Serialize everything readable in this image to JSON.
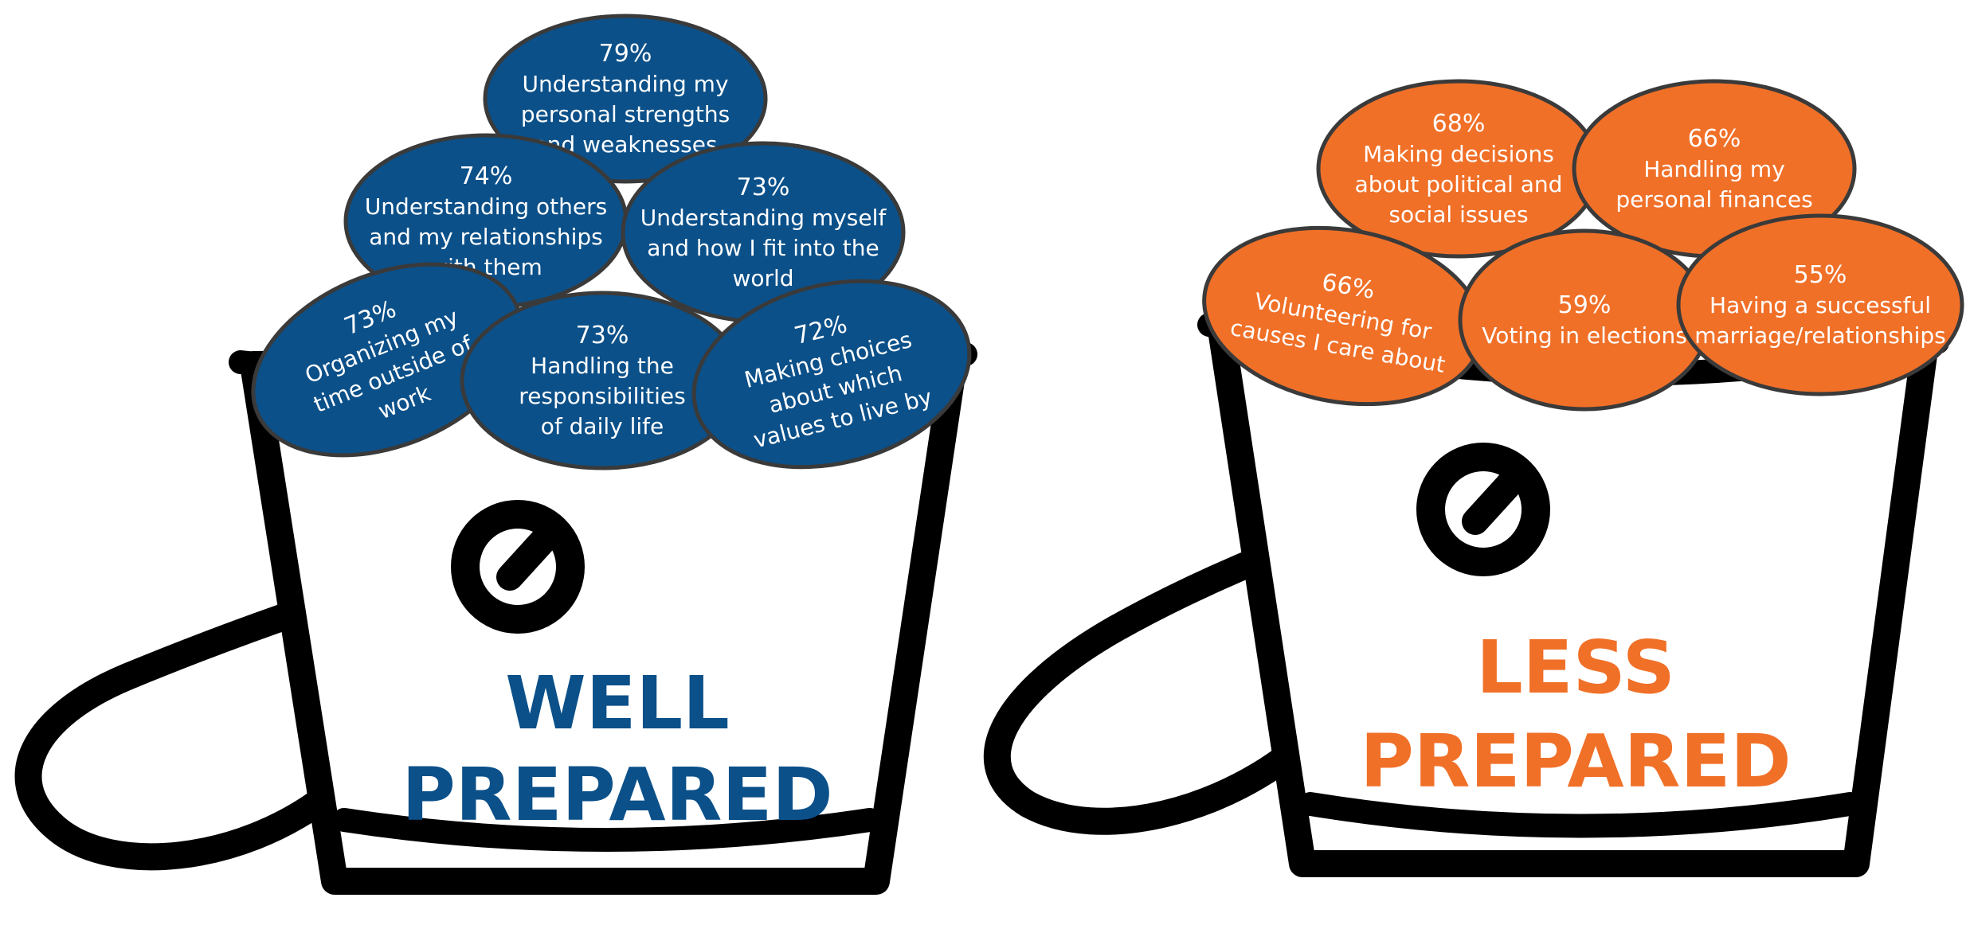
{
  "colors": {
    "well": "#0b5089",
    "less": "#f07028",
    "outline": "#000000",
    "ball_stroke": "#3a3a3a",
    "ball_text": "#ffffff"
  },
  "well_bucket": {
    "label_line1": "WELL",
    "label_line2": "PREPARED",
    "items": [
      {
        "pct": "79%",
        "lines": [
          "Understanding my",
          "personal strengths",
          "and weaknesses"
        ],
        "value": 79
      },
      {
        "pct": "74%",
        "lines": [
          "Understanding others",
          "and my relationships",
          "with them"
        ],
        "value": 74
      },
      {
        "pct": "73%",
        "lines": [
          "Understanding myself",
          "and how I fit into the",
          "world"
        ],
        "value": 73
      },
      {
        "pct": "73%",
        "lines": [
          "Organizing my",
          "time outside of",
          "work"
        ],
        "value": 73
      },
      {
        "pct": "73%",
        "lines": [
          "Handling the",
          "responsibilities",
          "of daily life"
        ],
        "value": 73
      },
      {
        "pct": "72%",
        "lines": [
          "Making choices",
          "about which",
          "values to live by"
        ],
        "value": 72
      }
    ]
  },
  "less_bucket": {
    "label_line1": "LESS",
    "label_line2": "PREPARED",
    "items": [
      {
        "pct": "68%",
        "lines": [
          "Making decisions",
          "about political and",
          "social issues"
        ],
        "value": 68
      },
      {
        "pct": "66%",
        "lines": [
          "Handling my",
          "personal finances"
        ],
        "value": 66
      },
      {
        "pct": "66%",
        "lines": [
          "Volunteering for",
          "causes I care about"
        ],
        "value": 66
      },
      {
        "pct": "59%",
        "lines": [
          "Voting in elections"
        ],
        "value": 59
      },
      {
        "pct": "55%",
        "lines": [
          "Having a successful",
          "marriage/relationships"
        ],
        "value": 55
      }
    ]
  }
}
